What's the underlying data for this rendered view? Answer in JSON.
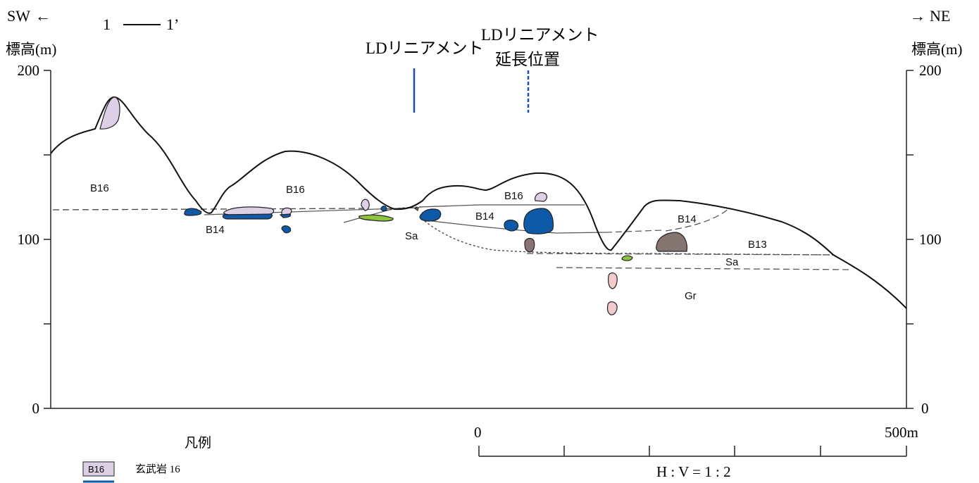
{
  "header": {
    "sw": "SW",
    "sw_arrow": "←",
    "section_start": "1",
    "section_end": "1’",
    "ne_arrow": "→",
    "ne": "NE"
  },
  "axes": {
    "left_label": "標高(m)",
    "right_label": "標高(m)",
    "ticks": [
      "200",
      "100",
      "0"
    ]
  },
  "lineaments": {
    "ld_label": "LDリニアメント",
    "ld_ext_line1": "LDリニアメント",
    "ld_ext_line2": "延長位置",
    "ld_color": "#1a4fa8"
  },
  "unit_labels": [
    {
      "id": "b16-a",
      "text": "B16"
    },
    {
      "id": "b16-b",
      "text": "B16"
    },
    {
      "id": "b16-c",
      "text": "B16"
    },
    {
      "id": "b14-a",
      "text": "B14"
    },
    {
      "id": "b14-b",
      "text": "B14"
    },
    {
      "id": "b14-c",
      "text": "B14"
    },
    {
      "id": "b13",
      "text": "B13"
    },
    {
      "id": "sa-a",
      "text": "Sa"
    },
    {
      "id": "sa-b",
      "text": "Sa"
    },
    {
      "id": "gr",
      "text": "Gr"
    }
  ],
  "scale": {
    "zero": "0",
    "max": "500m",
    "ratio": "H : V = 1 : 2"
  },
  "legend": {
    "title": "凡例",
    "items": [
      {
        "code": "B16",
        "label": "玄武岩 16",
        "color": "#ddd0e6"
      }
    ],
    "b14_color": "#0f5aa8"
  },
  "colors": {
    "b16": "#ddd0e6",
    "b14": "#0f5aa8",
    "brown": "#857570",
    "green": "#8cc63f",
    "pink": "#f4c9cc"
  }
}
